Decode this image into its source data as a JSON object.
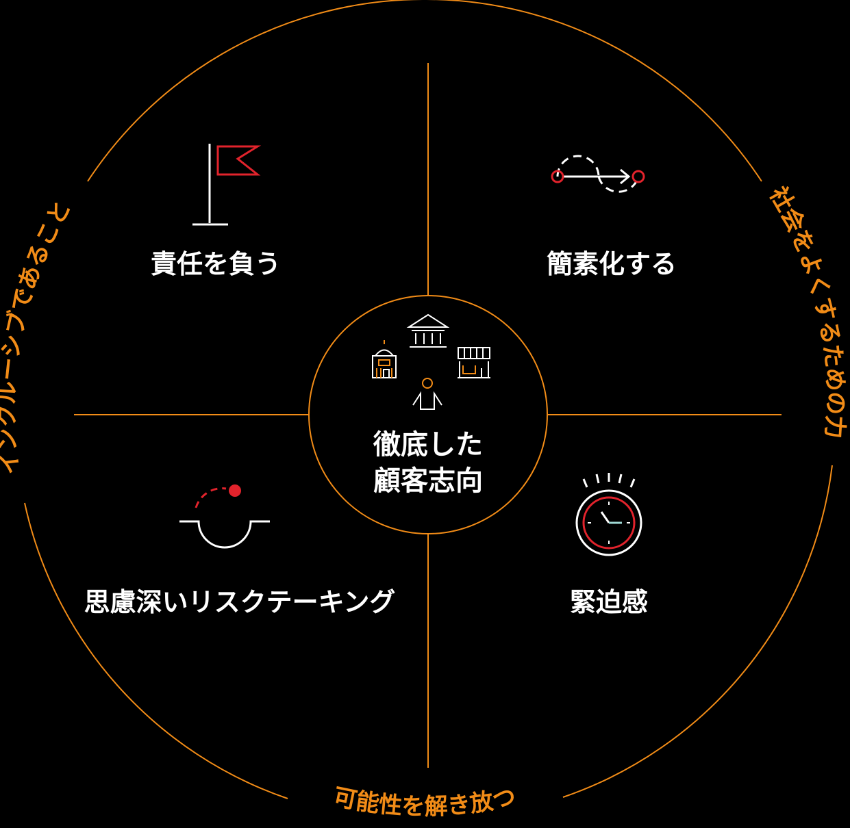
{
  "colors": {
    "background": "#000000",
    "accent": "#f28c17",
    "red": "#e2232c",
    "white": "#ffffff",
    "teal": "#9fd8d4"
  },
  "center": {
    "line1": "徹底した",
    "line2": "顧客志向"
  },
  "quadrants": {
    "top_left": {
      "label": "責任を負う",
      "icon": "flag-icon"
    },
    "top_right": {
      "label": "簡素化する",
      "icon": "route-simplify-icon"
    },
    "bottom_left": {
      "label": "思慮深いリスクテーキング",
      "icon": "risk-jump-icon"
    },
    "bottom_right": {
      "label": "緊迫感",
      "icon": "stopwatch-icon"
    }
  },
  "ring": {
    "left": "インクルーシブであること",
    "right": "社会をよくするための力",
    "bottom": "可能性を解き放つ"
  }
}
